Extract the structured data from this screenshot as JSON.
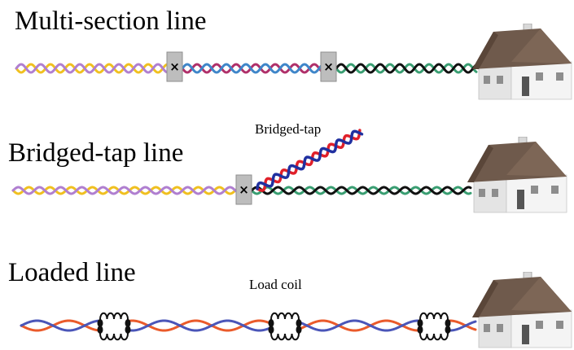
{
  "diagram": {
    "sections": [
      {
        "title": "Multi-section line",
        "segments": [
          {
            "colors": [
              "#f0c020",
              "#b07fd0"
            ]
          },
          {
            "colors": [
              "#b0306a",
              "#3f86c9"
            ]
          },
          {
            "colors": [
              "#3a9e72",
              "#111111"
            ]
          }
        ],
        "junction_marks": [
          "×",
          "×"
        ]
      },
      {
        "title": "Bridged-tap line",
        "tap_label": "Bridged-tap",
        "junction_marks": [
          "×"
        ],
        "segments": [
          {
            "colors": [
              "#f0c020",
              "#b07fd0"
            ]
          },
          {
            "colors": [
              "#3a9e72",
              "#111111"
            ]
          }
        ],
        "tap_colors": [
          "#e0202a",
          "#2030a0"
        ]
      },
      {
        "title": "Loaded line",
        "coil_label": "Load coil",
        "wire_colors": [
          "#ea5a2a",
          "#4a55b8"
        ],
        "coil_count": 3
      }
    ],
    "endpoint_icon": "house-icon",
    "colors": {
      "junction_box": "#bdbdbd",
      "house_roof": "#6f5a4c",
      "house_wall": "#f2f2f2",
      "house_door": "#555555"
    }
  }
}
